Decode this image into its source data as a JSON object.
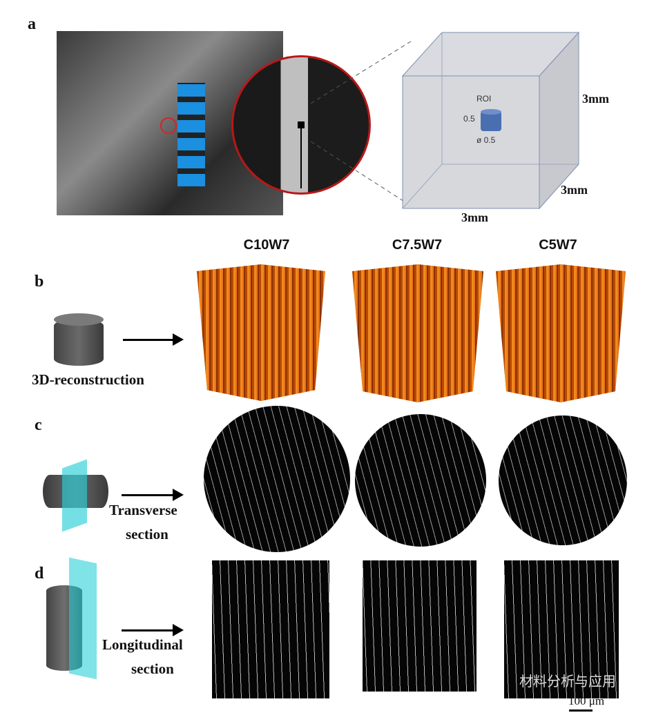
{
  "panels": {
    "a": "a",
    "b": "b",
    "c": "c",
    "d": "d"
  },
  "cube": {
    "roi": "ROI",
    "height": "0.5",
    "diameter": "ø 0.5",
    "dim_x": "3mm",
    "dim_y": "3mm",
    "dim_z": "3mm"
  },
  "samples": [
    "C10W7",
    "C7.5W7",
    "C5W7"
  ],
  "steps": {
    "b": "3D-reconstruction",
    "c_line1": "Transverse",
    "c_line2": "section",
    "d_line1": "Longitudinal",
    "d_line2": "section"
  },
  "scale_bar": "100 μm",
  "watermark": "材料分析与应用",
  "colors": {
    "roi": "#4a6fb0",
    "cube": "#c9ccd2",
    "orange": "#e8741a",
    "cyan": "#2ad0d8"
  }
}
